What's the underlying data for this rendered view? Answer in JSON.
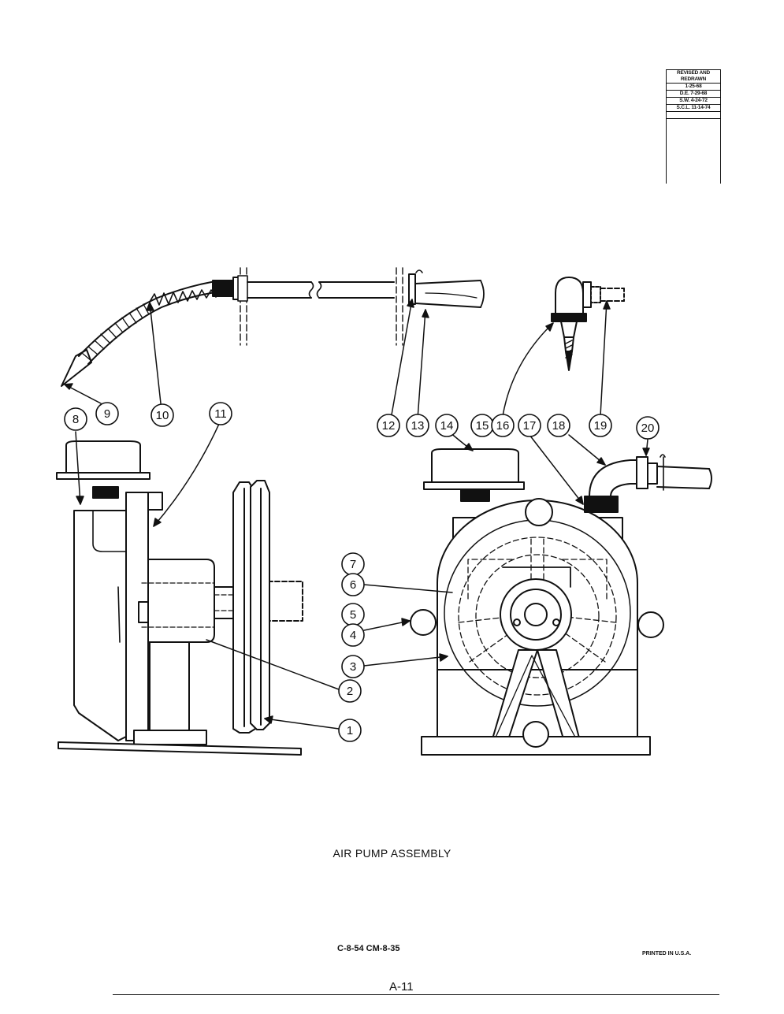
{
  "revision_block": {
    "header": "REVISED AND REDRAWN",
    "entries": [
      "1-25-68",
      "D.E. 7-29-68",
      "S.W. 4-24-72",
      "S.C.L. 11-14-74"
    ]
  },
  "callouts": {
    "c1": "1",
    "c2": "2",
    "c3": "3",
    "c4": "4",
    "c5": "5",
    "c6": "6",
    "c7": "7",
    "c8": "8",
    "c9": "9",
    "c10": "10",
    "c11": "11",
    "c12": "12",
    "c13": "13",
    "c14": "14",
    "c15": "15",
    "c16": "16",
    "c17": "17",
    "c18": "18",
    "c19": "19",
    "c20": "20"
  },
  "caption": "AIR PUMP ASSEMBLY",
  "drawing_number": "C-8-54   CM-8-35",
  "printed_note": "PRINTED IN U.S.A.",
  "page_number": "A-11"
}
